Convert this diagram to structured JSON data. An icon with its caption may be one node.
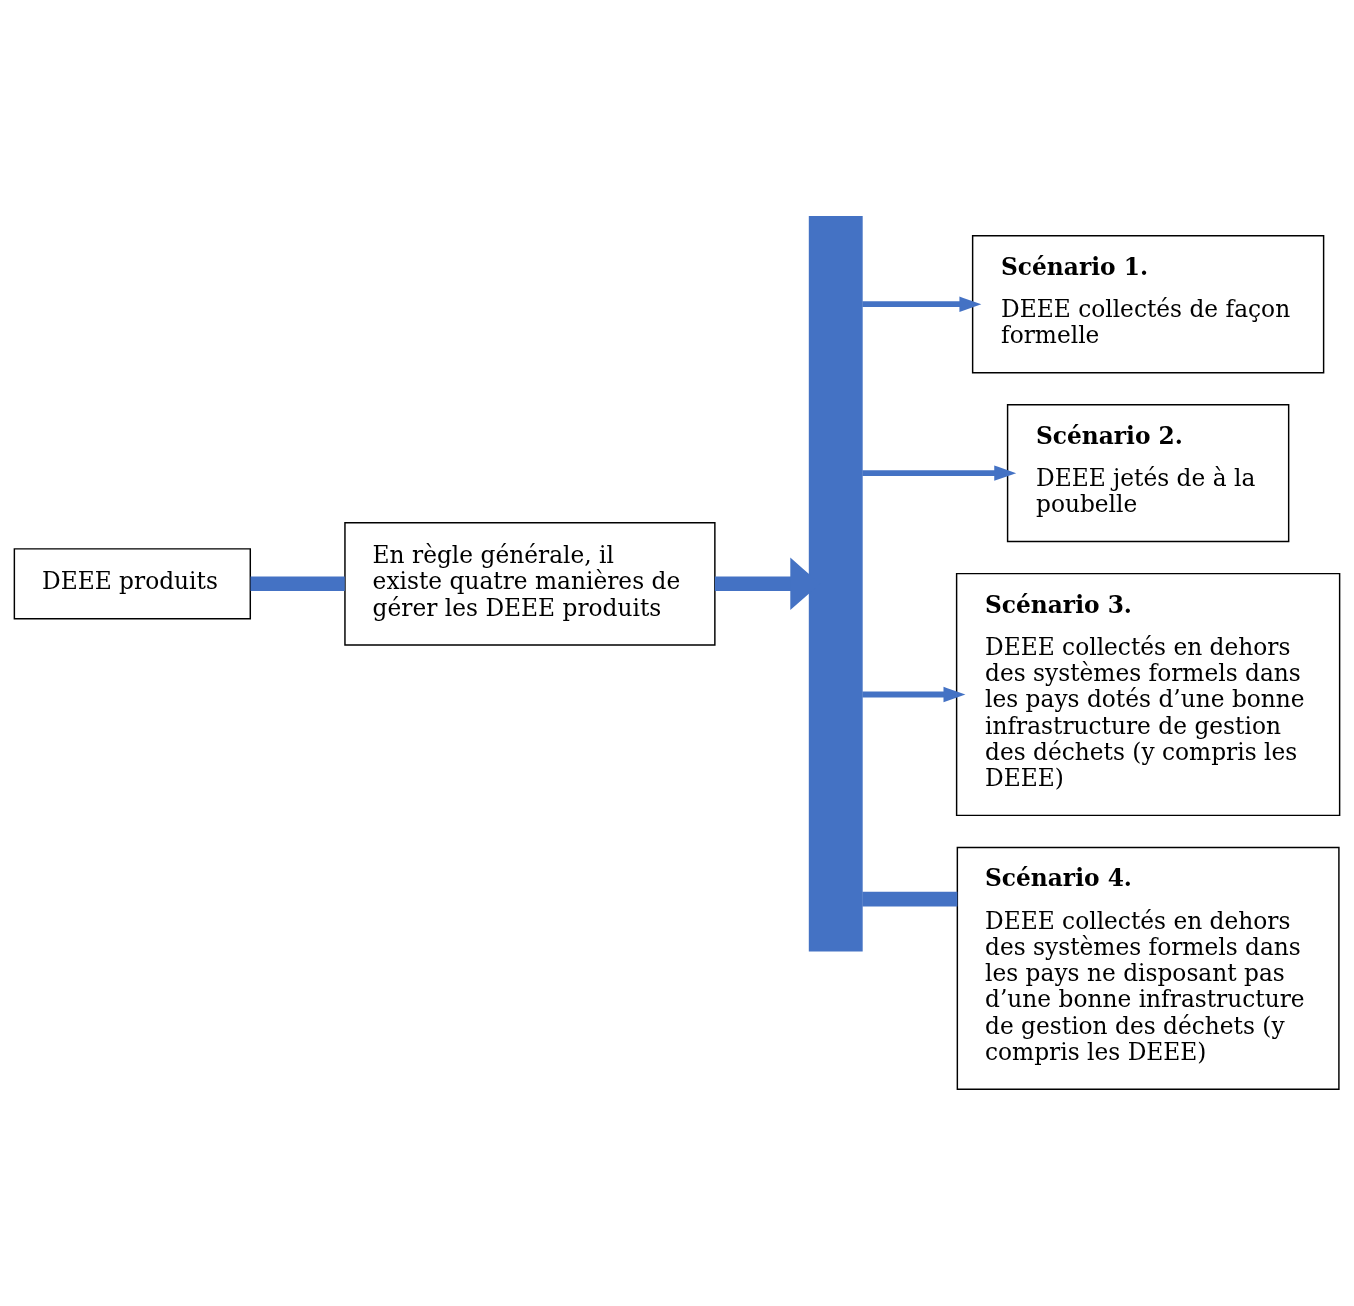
{
  "diagram": {
    "nodes": [
      {
        "text": [
          "DEEE produits"
        ]
      },
      {
        "text": [
          "En règle générale, il existe quatre manières de gérer les DEEE produits"
        ]
      },
      {
        "text": [],
        "shape": "bar"
      },
      {
        "text": [
          "Scénario 1.",
          "DEEE collectés de façon formelle"
        ]
      },
      {
        "text": [
          "Scénario 2.",
          "DEEE jetés de à la poubelle"
        ]
      },
      {
        "text": [
          "Scénario 3.",
          "DEEE collectés en dehors des systèmes formels dans les pays dotés d’une bonne infrastructure de gestion des déchets (y compris les DEEE)"
        ]
      },
      {
        "text": [
          "Scénario 4.",
          "DEEE collectés en dehors des systèmes formels dans les pays ne disposant pas d’une bonne infrastructure de gestion des déchets (y compris les DEEE)"
        ]
      }
    ],
    "edges": [
      {
        "from": 0,
        "to": 1,
        "arrow": "none",
        "style": "thick"
      },
      {
        "from": 1,
        "to": 2,
        "arrow": "to",
        "style": "thick"
      },
      {
        "from": 2,
        "to": 3,
        "arrow": "to"
      },
      {
        "from": 2,
        "to": 4,
        "arrow": "to"
      },
      {
        "from": 2,
        "to": 5,
        "arrow": "to"
      },
      {
        "from": 2,
        "to": 6,
        "arrow": "none",
        "style": "thick"
      }
    ]
  }
}
